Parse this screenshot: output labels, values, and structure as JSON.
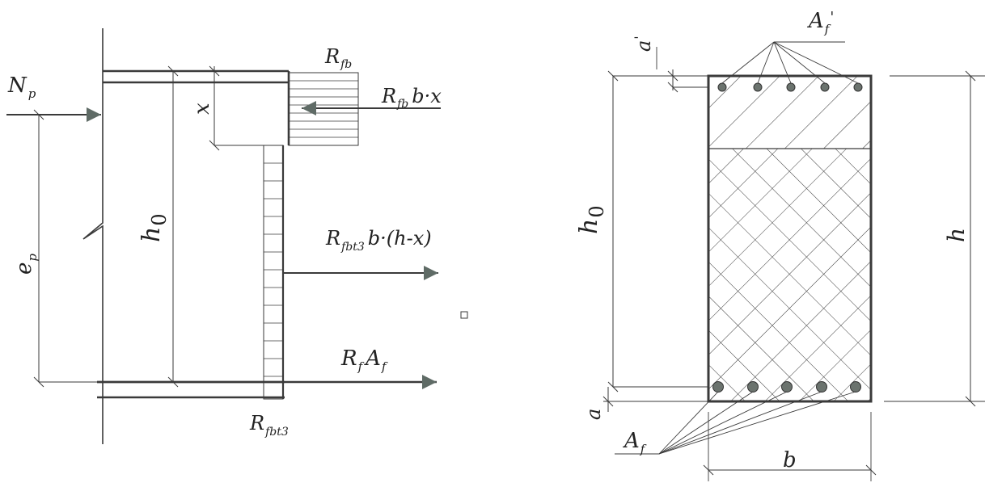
{
  "left_diagram": {
    "Np": {
      "main": "N",
      "sub": "p"
    },
    "ep": {
      "main": "e",
      "sub": "p"
    },
    "h0": {
      "main": "h",
      "sub": "0"
    },
    "x": {
      "main": "x"
    },
    "Rfb": {
      "main": "R",
      "sub": "fb"
    },
    "Rfb_bx": {
      "main": "R",
      "sub": "fb",
      "rest": "b·x"
    },
    "Rfbt3_bhx": {
      "main": "R",
      "sub": "fbt3",
      "rest": "b·(h-x)"
    },
    "RfAf": {
      "main1": "R",
      "sub1": "f",
      "main2": "A",
      "sub2": "f"
    },
    "Rfbt3": {
      "main": "R",
      "sub": "fbt3"
    }
  },
  "right_diagram": {
    "Af_top": {
      "main": "A",
      "sub": "f",
      "prime": "'"
    },
    "a_top": {
      "main": "a",
      "prime": "'"
    },
    "h0": {
      "main": "h",
      "sub": "0"
    },
    "h": {
      "main": "h"
    },
    "a": {
      "main": "a"
    },
    "Af_bottom": {
      "main": "A",
      "sub": "f"
    },
    "b": {
      "main": "b"
    }
  },
  "colors": {
    "line": "#3a3a3a",
    "arrowhead": "#5f6b66",
    "bar": "#6b736e",
    "text": "#222222"
  }
}
